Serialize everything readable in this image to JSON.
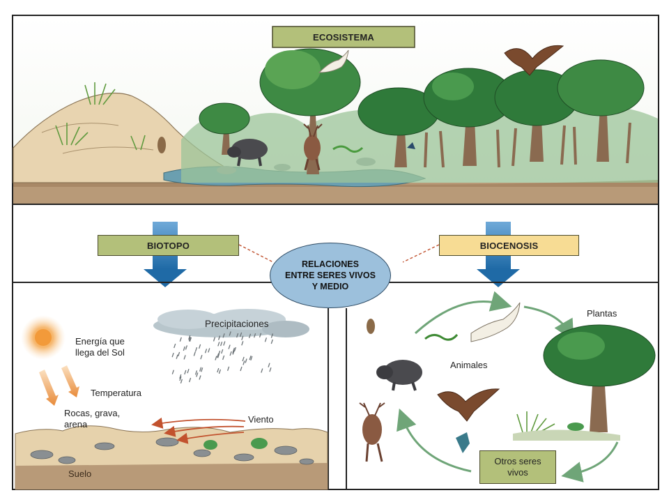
{
  "labels": {
    "ecosistema": "ECOSISTEMA",
    "biotopo": "BIOTOPO",
    "biocenosis": "BIOCENOSIS",
    "relaciones_lines": [
      "RELACIONES",
      "ENTRE SERES VIVOS",
      "Y MEDIO"
    ],
    "energia_lines": [
      "Energía que",
      "llega del Sol"
    ],
    "precipitaciones": "Precipitaciones",
    "temperatura": "Temperatura",
    "rocas_lines": [
      "Rocas, grava,",
      "arena"
    ],
    "viento": "Viento",
    "suelo": "Suelo",
    "plantas": "Plantas",
    "animales": "Animales",
    "otros_lines": [
      "Otros seres",
      "vivos"
    ]
  },
  "colors": {
    "label_green": "#b3c07a",
    "label_yellow": "#f7dc94",
    "oval_blue": "#9cc0dc",
    "arrow_blue": "#2b7fbe",
    "cycle_arrow": "#6fa578",
    "tree_green": "#2f7a3a",
    "water": "#6b9fb0",
    "sun": "#f29a3a"
  },
  "icons": [
    "sun-icon",
    "cloud-icon",
    "rain-icon",
    "deer-icon",
    "boar-icon",
    "snake-icon",
    "eagle-icon",
    "owl-icon",
    "bird-icon",
    "tree-icon",
    "grass-icon"
  ]
}
